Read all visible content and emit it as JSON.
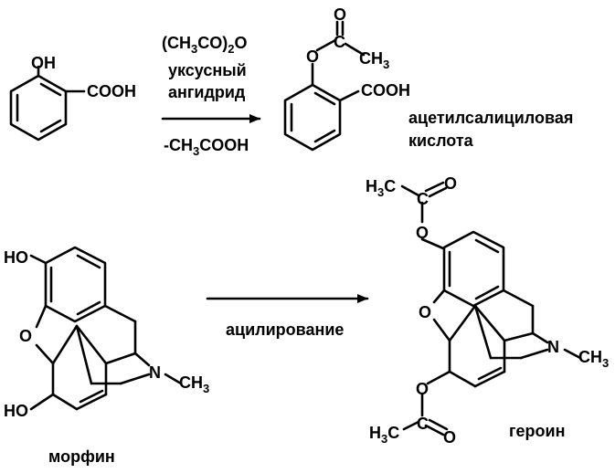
{
  "reaction1": {
    "reagent_line1": [
      "(CH",
      "3",
      "CO)",
      "2",
      "O"
    ],
    "reagent_line2": "уксусный",
    "reagent_line3": "ангидрид",
    "byproduct": [
      "-CH",
      "3",
      "COOH"
    ],
    "sa_oh": "OH",
    "sa_cooh": "COOH",
    "asp_o": "O",
    "asp_c": "C",
    "asp_o2": "O",
    "asp_ch3": [
      "CH",
      "3"
    ],
    "asp_cooh": "COOH",
    "product_name_line1": "ацетилсалициловая",
    "product_name_line2": "кислота"
  },
  "reaction2": {
    "arrow_label": "ацилирование",
    "morphine_ho_top": "HO",
    "morphine_ring_o": "O",
    "morphine_ho_bottom": "HO",
    "morphine_n": "N",
    "morphine_ch3": [
      "CH",
      "3"
    ],
    "morphine_name": "морфин",
    "heroin_h3c_top": [
      "H",
      "3",
      "C"
    ],
    "heroin_c_top": "C",
    "heroin_o_carbonyl_top": "O",
    "heroin_o_ester_top": "O",
    "heroin_ring_o": "O",
    "heroin_n": "N",
    "heroin_ch3": [
      "CH",
      "3"
    ],
    "heroin_o_ester_bottom": "O",
    "heroin_h3c_bottom": [
      "H",
      "3",
      "C"
    ],
    "heroin_c_bottom": "C",
    "heroin_o_carbonyl_bottom": "O",
    "heroin_name": "героин"
  }
}
